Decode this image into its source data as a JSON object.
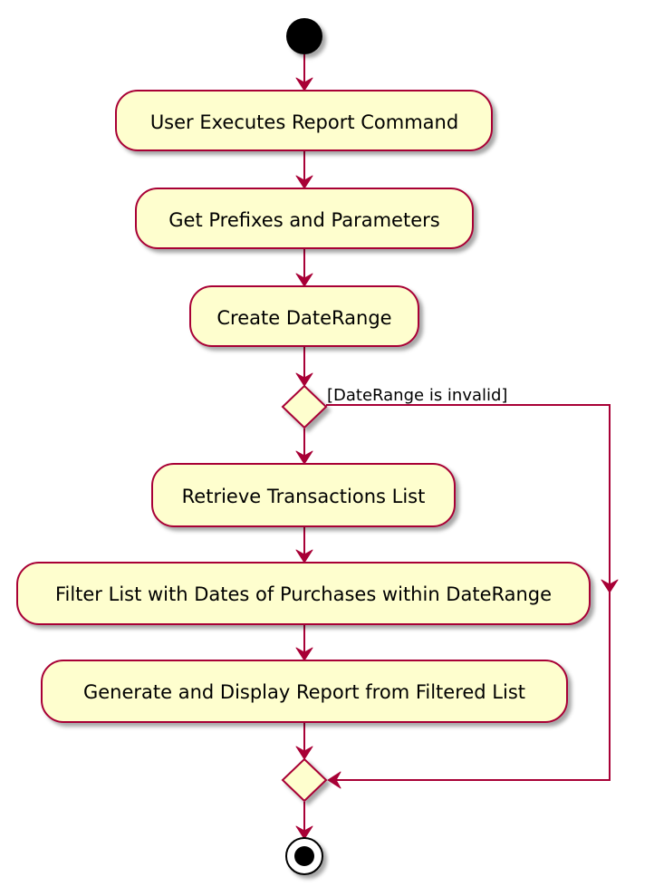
{
  "diagram": {
    "type": "activity",
    "colors": {
      "node_fill": "#FEFECE",
      "border": "#A80036",
      "start_fill": "#000000",
      "end_ring": "#000000"
    },
    "actions": [
      {
        "id": "user-executes-report-command",
        "label": "User Executes Report Command"
      },
      {
        "id": "get-prefixes-and-parameters",
        "label": "Get Prefixes and Parameters"
      },
      {
        "id": "create-daterange",
        "label": "Create DateRange"
      },
      {
        "id": "retrieve-transactions-list",
        "label": "Retrieve Transactions List"
      },
      {
        "id": "filter-list",
        "label": "Filter List with Dates of Purchases within DateRange"
      },
      {
        "id": "generate-and-display-report",
        "label": "Generate and Display Report from Filtered List"
      }
    ],
    "decision": {
      "guard": "[DateRange is invalid]"
    }
  }
}
